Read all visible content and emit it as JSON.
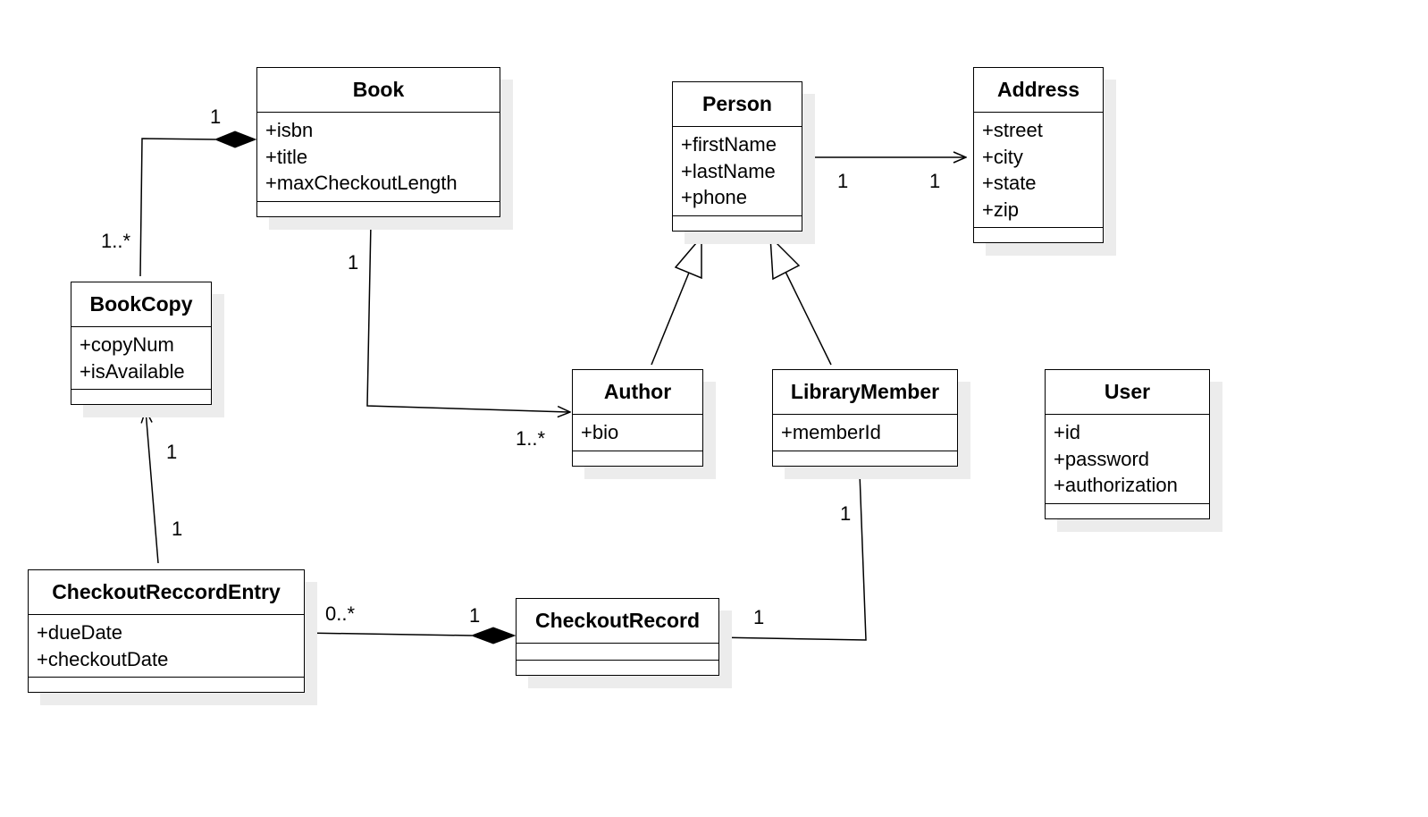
{
  "classes": {
    "book": {
      "name": "Book",
      "attributes": [
        "+isbn",
        "+title",
        "+maxCheckoutLength"
      ]
    },
    "bookcopy": {
      "name": "BookCopy",
      "attributes": [
        "+copyNum",
        "+isAvailable"
      ]
    },
    "person": {
      "name": "Person",
      "attributes": [
        "+firstName",
        "+lastName",
        "+phone"
      ]
    },
    "address": {
      "name": "Address",
      "attributes": [
        "+street",
        "+city",
        "+state",
        "+zip"
      ]
    },
    "author": {
      "name": "Author",
      "attributes": [
        "+bio"
      ]
    },
    "librarymember": {
      "name": "LibraryMember",
      "attributes": [
        "+memberId"
      ]
    },
    "user": {
      "name": "User",
      "attributes": [
        "+id",
        "+password",
        "+authorization"
      ]
    },
    "checkoutrecordentry": {
      "name": "CheckoutReccordEntry",
      "attributes": [
        "+dueDate",
        "+checkoutDate"
      ]
    },
    "checkoutrecord": {
      "name": "CheckoutRecord",
      "attributes": []
    }
  },
  "multiplicities": {
    "book_bookcopy_book": "1",
    "book_bookcopy_copy": "1..*",
    "book_author_book": "1",
    "book_author_author": "1..*",
    "person_address_person": "1",
    "person_address_address": "1",
    "bookcopy_entry_copy": "1",
    "bookcopy_entry_entry": "1",
    "entry_record_entry": "0..*",
    "entry_record_record": "1",
    "member_record_member": "1",
    "member_record_record": "1"
  }
}
